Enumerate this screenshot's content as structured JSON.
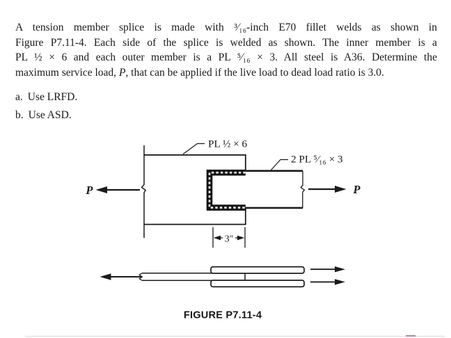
{
  "page": {
    "background": "#ffffff",
    "ink_color": "#1b1b1b"
  },
  "problem": {
    "line1": "A tension member splice is made with ³⁄₁₆-inch E70 fillet welds as shown in",
    "line2": "Figure P7.11-4. Each side of the splice is welded as shown. The inner member is a",
    "line3": "PL ½ × 6 and each outer member is a PL ⁵⁄₁₆ × 3. All steel is A36. Determine the",
    "line4_pre": "maximum service load, ",
    "line4_var": "P",
    "line4_post": ", that can be applied if the live load to dead load ratio is 3.0.",
    "items": [
      {
        "marker": "a.",
        "text": "Use LRFD."
      },
      {
        "marker": "b.",
        "text": "Use ASD."
      }
    ]
  },
  "figure": {
    "inner_plate_label": "PL ½ × 6",
    "outer_plate_label": "2 PL ⁵⁄₁₆ × 3",
    "overlap_dimension": "3″",
    "load_left": "P",
    "load_right": "P",
    "caption": "FIGURE P7.11-4"
  }
}
